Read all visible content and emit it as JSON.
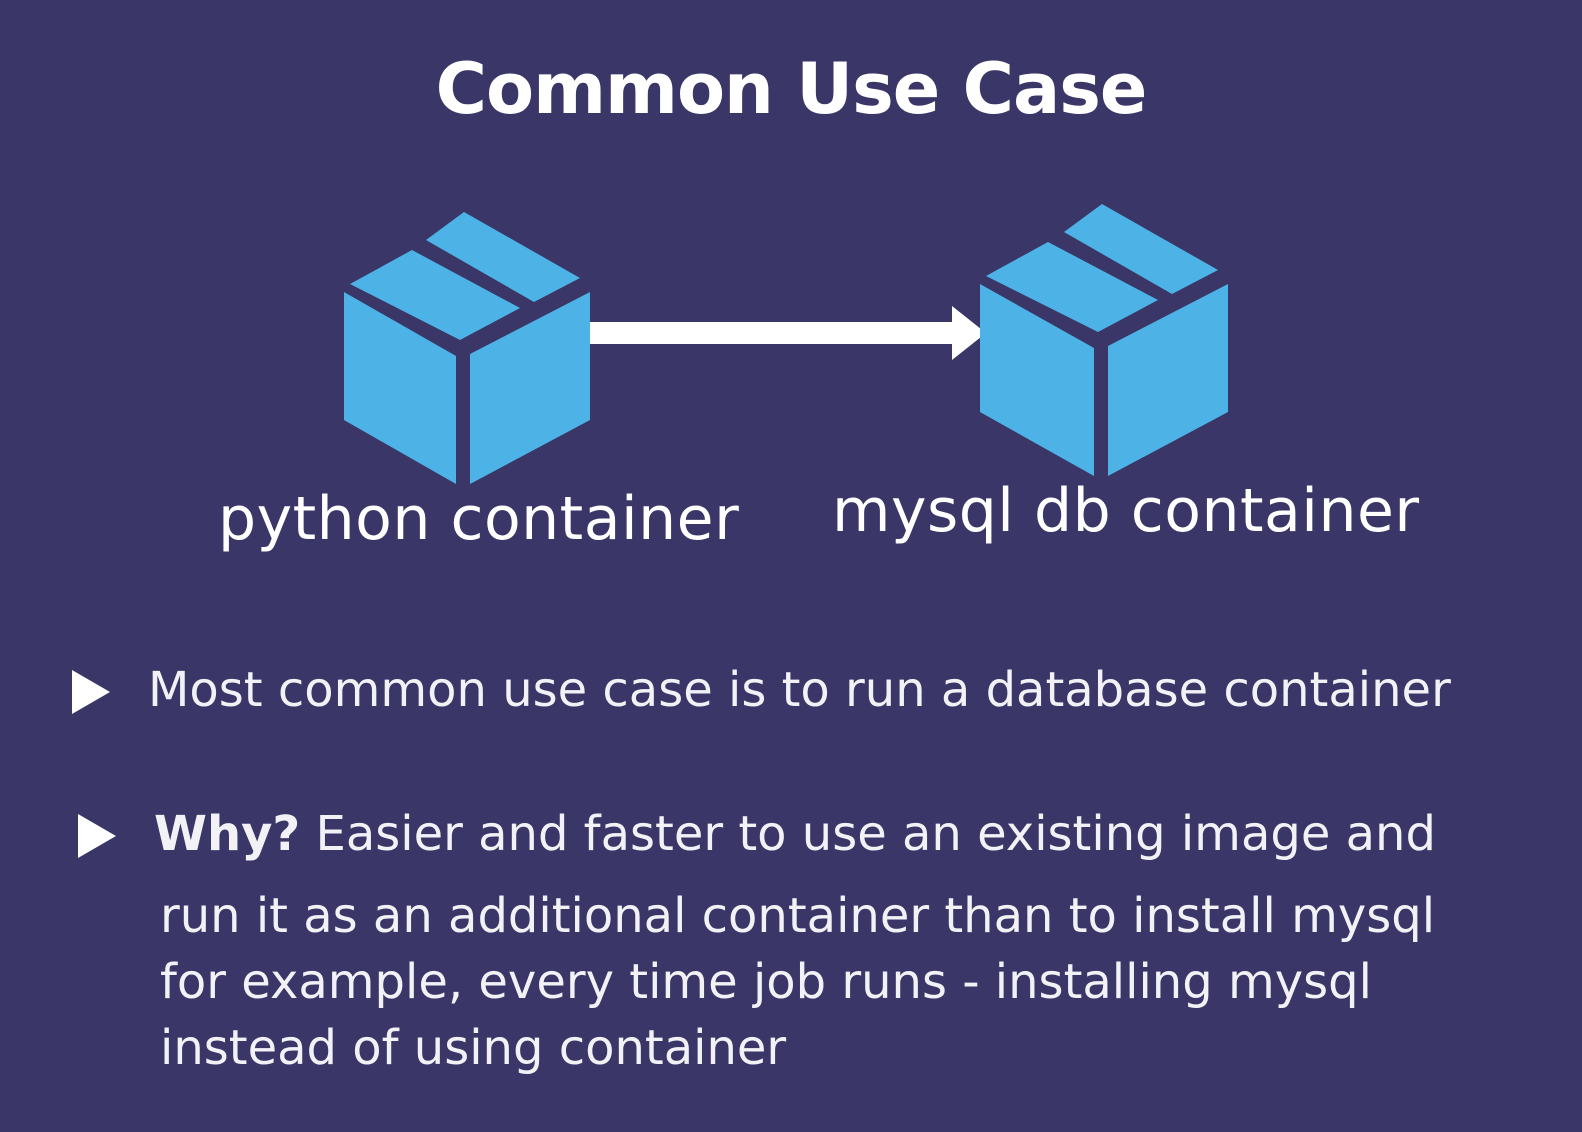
{
  "title": "Common Use Case",
  "diagram": {
    "nodes": [
      {
        "id": "python",
        "label": "python container",
        "icon": "box-icon"
      },
      {
        "id": "mysql",
        "label": "mysql db container",
        "icon": "box-icon"
      }
    ],
    "edges": [
      {
        "from": "python",
        "to": "mysql",
        "type": "arrow"
      }
    ],
    "colors": {
      "background": "#3a3667",
      "box": "#4db3e6",
      "arrow": "#ffffff"
    }
  },
  "bullets": [
    {
      "text": "Most common use case is to run a database container"
    },
    {
      "lead": "Why?",
      "text": " Easier and faster to use an existing image and",
      "continuation": [
        "run it as an additional container than to install mysql",
        "for example, every time job runs - installing mysql",
        "instead of using container"
      ]
    }
  ]
}
